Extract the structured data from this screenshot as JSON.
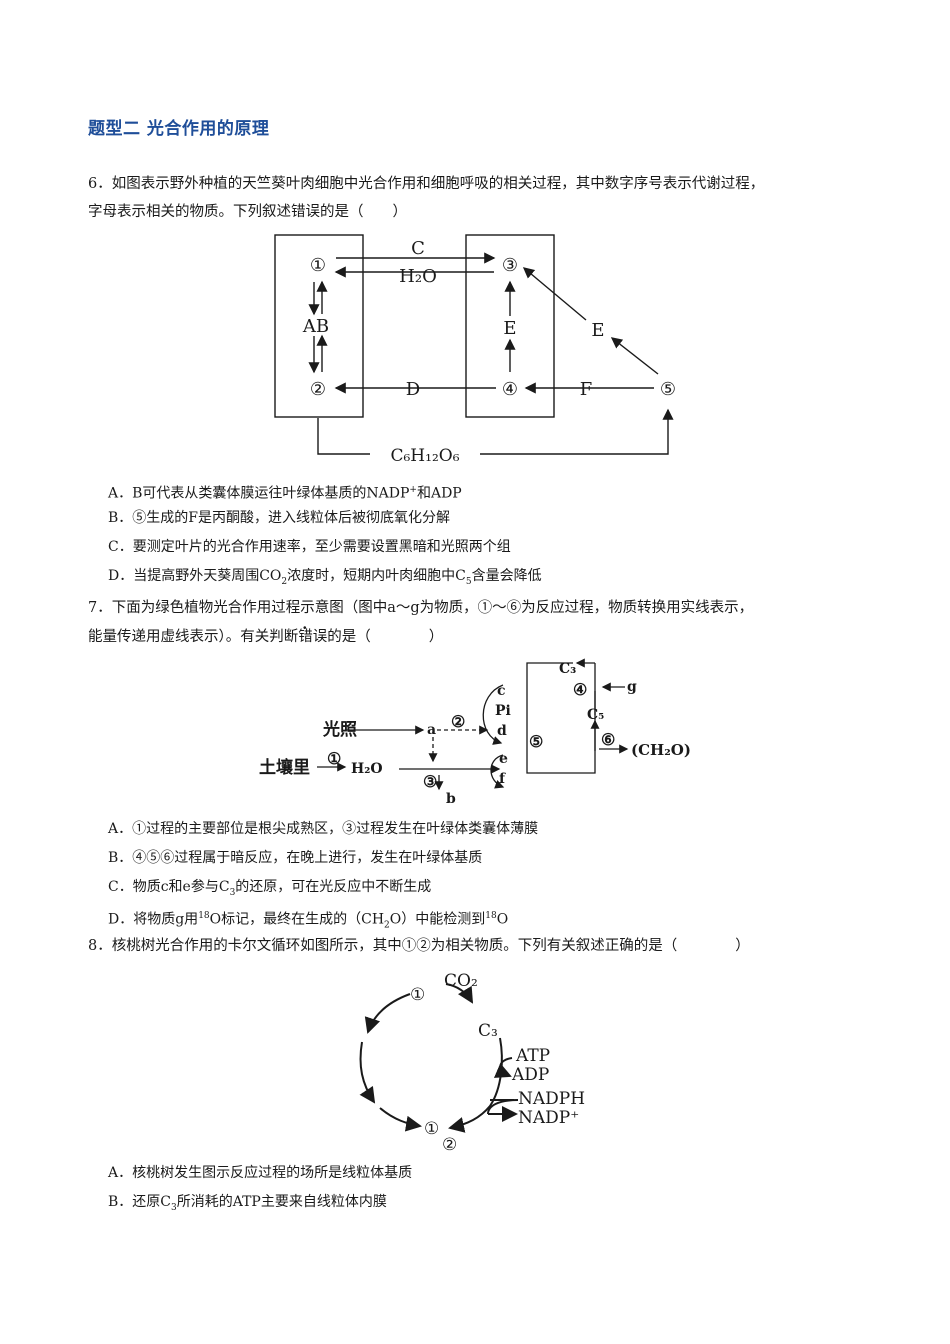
{
  "section_title": "题型二 光合作用的原理",
  "q6": {
    "stem_line1": "6．如图表示野外种植的天竺葵叶肉细胞中光合作用和细胞呼吸的相关过程，其中数字序号表示代谢过程，",
    "stem_line2": "字母表示相关的物质。下列叙述错误的是（　　）",
    "diagram": {
      "n1": "①",
      "n2": "②",
      "n3": "③",
      "n4": "④",
      "n5": "⑤",
      "c": "C",
      "h2o": "H₂O",
      "ab": "AB",
      "e": "E",
      "d": "D",
      "f": "F",
      "glucose": "C₆H₁₂O₆"
    },
    "options": {
      "A_pre": "A．B可代表从类囊体膜运往叶绿体基质的NADP",
      "A_sup": "+",
      "A_post": "和ADP",
      "B": "B．⑤生成的F是丙酮酸，进入线粒体后被彻底氧化分解",
      "C": "C．要测定叶片的光合作用速率，至少需要设置黑暗和光照两个组",
      "D_pre": "D．当提高野外天葵周围CO",
      "D_sub1": "2",
      "D_mid": "浓度时，短期内叶肉细胞中C",
      "D_sub2": "5",
      "D_post": "含量会降低"
    }
  },
  "q7": {
    "stem_line1": "7．下面为绿色植物光合作用过程示意图（图中a～g为物质，①～⑥为反应过程，物质转换用实线表示，",
    "stem_line2_pre": "能量传递用虚线表示）。有关判断",
    "stem_line2_em": "错误",
    "stem_line2_post": "的是（　　　　）",
    "diagram": {
      "light": "光照",
      "soil": "土壤里",
      "n1": "①",
      "n2": "②",
      "n3": "③",
      "n4": "④",
      "n5": "⑤",
      "n6": "⑥",
      "a": "a",
      "b": "b",
      "c": "c",
      "pi": "Pi",
      "d": "d",
      "e": "e",
      "f": "f",
      "g": "g",
      "h2o": "H₂O",
      "c3": "C₃",
      "c5": "C₅",
      "ch2o": "(CH₂O)"
    },
    "options": {
      "A": "A．①过程的主要部位是根尖成熟区，③过程发生在叶绿体类囊体薄膜",
      "B": "B．④⑤⑥过程属于暗反应，在晚上进行，发生在叶绿体基质",
      "C_pre": "C．物质c和e参与C",
      "C_sub": "3",
      "C_post": "的还原，可在光反应中不断生成",
      "D_pre": "D．将物质g用",
      "D_sup1": "18",
      "D_mid": "O标记，最终在生成的（CH",
      "D_sub": "2",
      "D_mid2": "O）中能检测到",
      "D_sup2": "18",
      "D_post": "O"
    }
  },
  "q8": {
    "stem": "8．核桃树光合作用的卡尔文循环如图所示，其中①②为相关物质。下列有关叙述正确的是（　　　　）",
    "diagram": {
      "n1_top": "①",
      "n1_bottom": "①",
      "n2": "②",
      "co2": "CO₂",
      "c3": "C₃",
      "atp": "ATP",
      "adp": "ADP",
      "nadph": "NADPH",
      "nadp": "NADP⁺"
    },
    "options": {
      "A": "A．核桃树发生图示反应过程的场所是线粒体基质",
      "B_pre": "B．还原C",
      "B_sub": "3",
      "B_post": "所消耗的ATP主要来自线粒体内膜"
    }
  }
}
